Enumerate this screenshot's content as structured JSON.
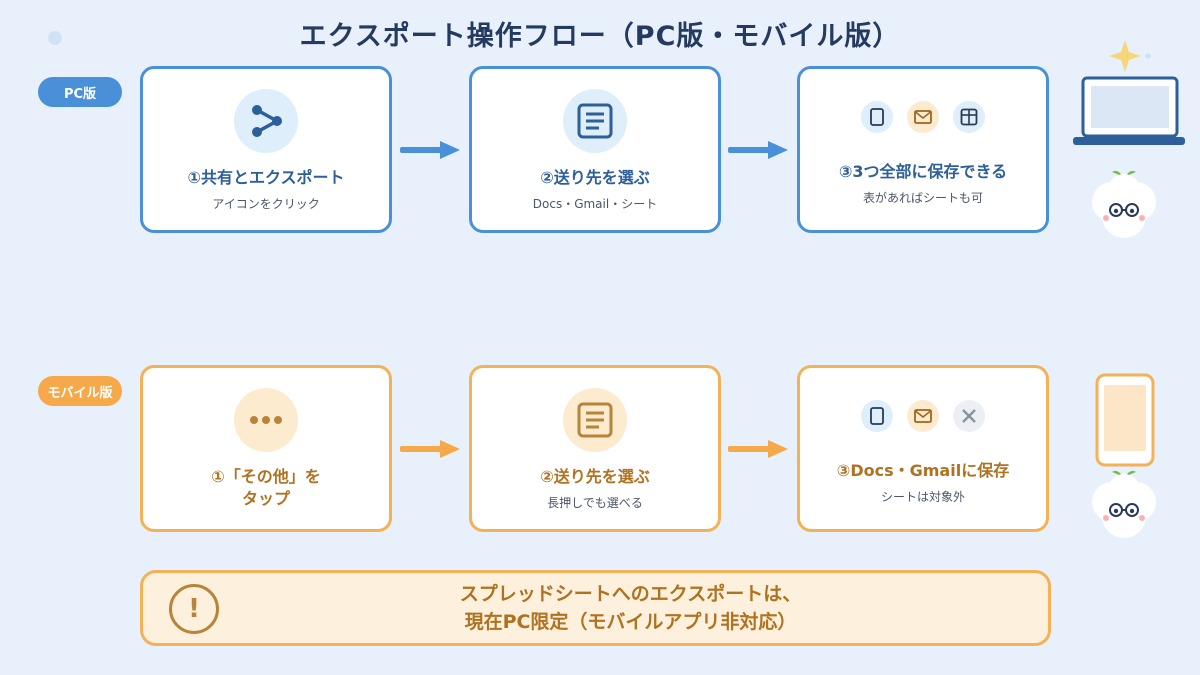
{
  "title": "エクスポート操作フロー（PC版・モバイル版）",
  "colors": {
    "pc_accent": "#4a90d9",
    "mobile_accent": "#f5a94a",
    "background": "#e8f1fb"
  },
  "pc": {
    "badge": "PC版",
    "steps": [
      {
        "title": "①共有とエクスポート",
        "subtitle": "アイコンをクリック",
        "icon": "share-icon"
      },
      {
        "title": "②送り先を選ぶ",
        "subtitle": "Docs・Gmail・シート",
        "icon": "document-list-icon"
      },
      {
        "title": "③3つ全部に保存できる",
        "subtitle": "表があればシートも可",
        "icons": [
          "document-icon",
          "mail-icon",
          "table-icon"
        ]
      }
    ]
  },
  "mobile": {
    "badge": "モバイル版",
    "steps": [
      {
        "title_line1": "①「その他」を",
        "title_line2": "タップ",
        "icon": "more-dots-icon"
      },
      {
        "title": "②送り先を選ぶ",
        "subtitle": "長押しでも選べる",
        "icon": "document-list-icon"
      },
      {
        "title": "③Docs・Gmailに保存",
        "subtitle": "シートは対象外",
        "icons": [
          "document-icon",
          "mail-icon",
          "x-icon"
        ]
      }
    ]
  },
  "warning": {
    "line1": "スプレッドシートへのエクスポートは、",
    "line2": "現在PC限定（モバイルアプリ非対応）",
    "icon": "exclamation-icon"
  }
}
